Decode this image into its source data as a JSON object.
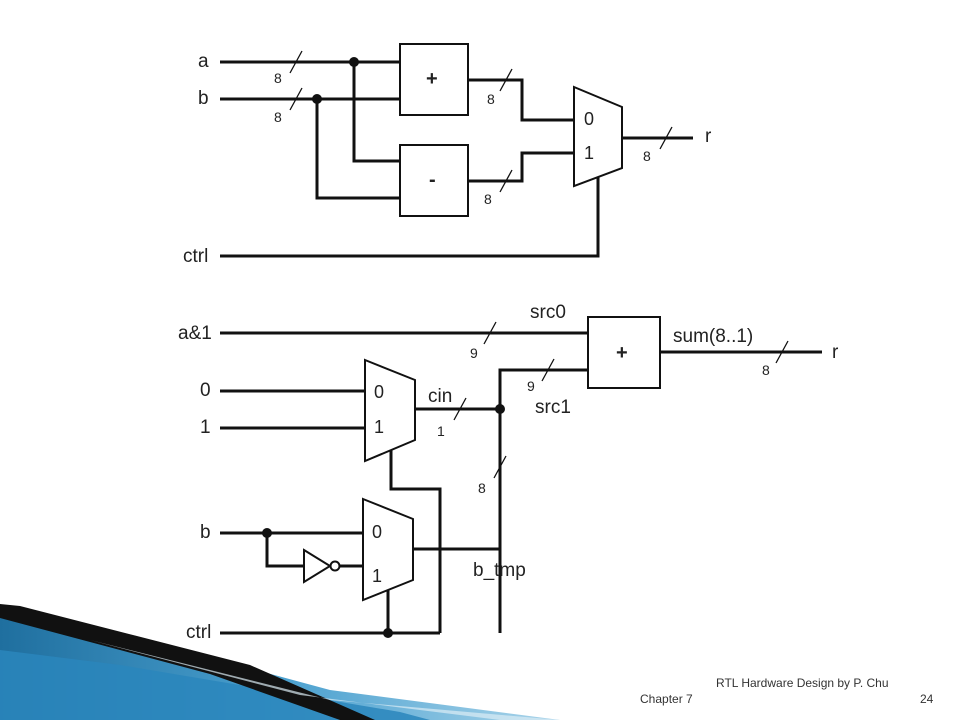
{
  "footer": {
    "chapter": "Chapter 7",
    "title": "RTL Hardware Design by P. Chu",
    "page": "24"
  },
  "diagram_top": {
    "inputs": {
      "a": "a",
      "b": "b",
      "ctrl": "ctrl"
    },
    "adder_op": "+",
    "subtractor_op": "-",
    "mux_in0": "0",
    "mux_in1": "1",
    "output": "r",
    "widths": {
      "a": "8",
      "b": "8",
      "add_out": "8",
      "sub_out": "8",
      "r": "8"
    }
  },
  "diagram_bottom": {
    "inputs": {
      "a1": "a&1",
      "zero": "0",
      "one": "1",
      "b": "b",
      "ctrl": "ctrl"
    },
    "adder_op": "+",
    "mux_in0": "0",
    "mux_in1": "1",
    "signals": {
      "src0": "src0",
      "src1": "src1",
      "cin": "cin",
      "b_tmp": "b_tmp",
      "sum": "sum(8..1)",
      "r": "r"
    },
    "widths": {
      "src0": "9",
      "src1": "9",
      "cin": "1",
      "b_tmp": "8",
      "r": "8"
    }
  },
  "colors": {
    "wire": "#111111",
    "ribbon_blue": "#2f7fb0",
    "ribbon_dark": "#111111"
  }
}
